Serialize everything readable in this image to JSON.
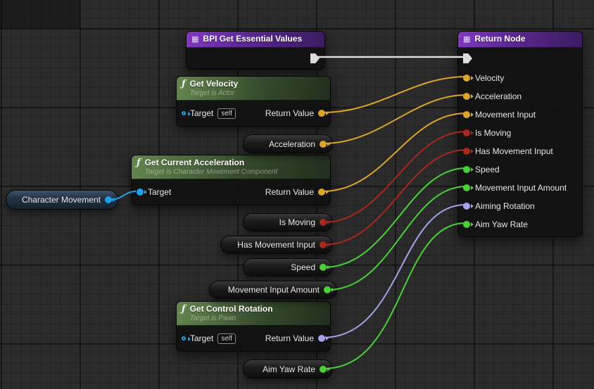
{
  "icons": {
    "function_glyph": "ƒ",
    "header_glyph": "▦"
  },
  "colors": {
    "exec": "#dcdcdc",
    "vector": "#dba42b",
    "bool": "#a8281c",
    "float": "#4ad139",
    "rotator": "#a2a3e8",
    "object": "#1da2ea",
    "function_header": "#5d7c4b",
    "callable_header": "#7d3bb5"
  },
  "nodes": {
    "bpi_get_essential_values": {
      "title": "BPI Get Essential Values"
    },
    "return_node": {
      "title": "Return Node",
      "pins": [
        {
          "label": "Velocity",
          "type": "vector"
        },
        {
          "label": "Acceleration",
          "type": "vector"
        },
        {
          "label": "Movement Input",
          "type": "vector"
        },
        {
          "label": "Is Moving",
          "type": "bool"
        },
        {
          "label": "Has Movement Input",
          "type": "bool"
        },
        {
          "label": "Speed",
          "type": "float"
        },
        {
          "label": "Movement Input Amount",
          "type": "float"
        },
        {
          "label": "Aiming Rotation",
          "type": "rotator"
        },
        {
          "label": "Aim Yaw Rate",
          "type": "float"
        }
      ]
    },
    "get_velocity": {
      "title": "Get Velocity",
      "subtitle": "Target is Actor",
      "target_label": "Target",
      "self_value": "self",
      "return_label": "Return Value"
    },
    "get_current_acceleration": {
      "title": "Get Current Acceleration",
      "subtitle": "Target is Character Movement Component",
      "target_label": "Target",
      "return_label": "Return Value"
    },
    "get_control_rotation": {
      "title": "Get Control Rotation",
      "subtitle": "Target is Pawn",
      "target_label": "Target",
      "self_value": "self",
      "return_label": "Return Value"
    },
    "variable_nodes": {
      "acceleration": {
        "label": "Acceleration",
        "type": "vector"
      },
      "character_movement": {
        "label": "Character Movement",
        "type": "object"
      },
      "is_moving": {
        "label": "Is Moving",
        "type": "bool"
      },
      "has_movement_input": {
        "label": "Has Movement Input",
        "type": "bool"
      },
      "speed": {
        "label": "Speed",
        "type": "float"
      },
      "movement_input_amount": {
        "label": "Movement Input Amount",
        "type": "float"
      },
      "aim_yaw_rate": {
        "label": "Aim Yaw Rate",
        "type": "float"
      }
    }
  }
}
